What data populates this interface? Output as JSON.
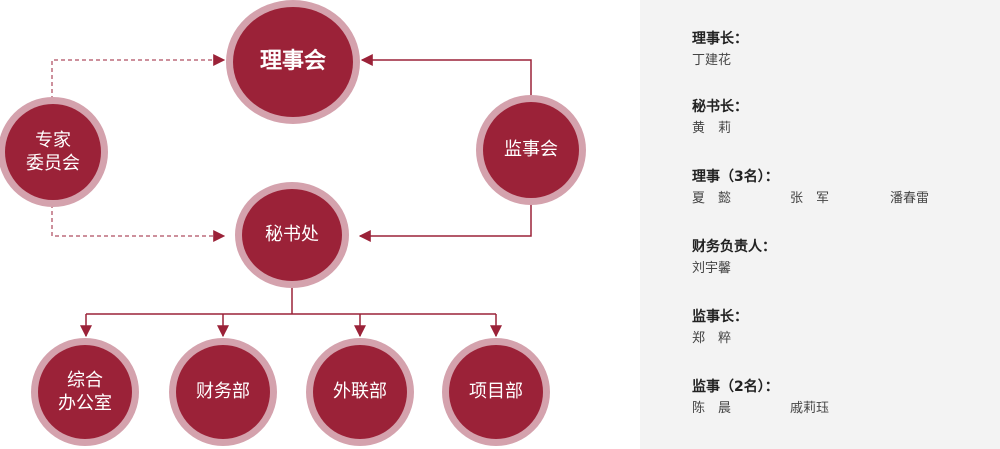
{
  "org_chart": {
    "nodes": {
      "council": "理事会",
      "experts": "专家\n委员会",
      "supervisors": "监事会",
      "secretariat": "秘书处",
      "office": "综合\n办公室",
      "finance": "财务部",
      "liaison": "外联部",
      "project": "项目部"
    }
  },
  "roster": {
    "groups": [
      {
        "title": "理事长：",
        "names": [
          "丁建花"
        ]
      },
      {
        "title": "秘书长：",
        "names": [
          "黄　莉"
        ]
      },
      {
        "title": "理事（3名）：",
        "names": [
          "夏　懿",
          "张　军",
          "潘春雷"
        ]
      },
      {
        "title": "财务负责人：",
        "names": [
          "刘宇馨"
        ]
      },
      {
        "title": "监事长：",
        "names": [
          "郑　粹"
        ]
      },
      {
        "title": "监事（2名）：",
        "names": [
          "陈　晨",
          "戚莉珏"
        ]
      }
    ]
  },
  "colors": {
    "node_fill": "#9b2238",
    "node_ring": "#d4a2ad",
    "line": "#9b2238",
    "panel_bg": "#f3f3f3"
  }
}
